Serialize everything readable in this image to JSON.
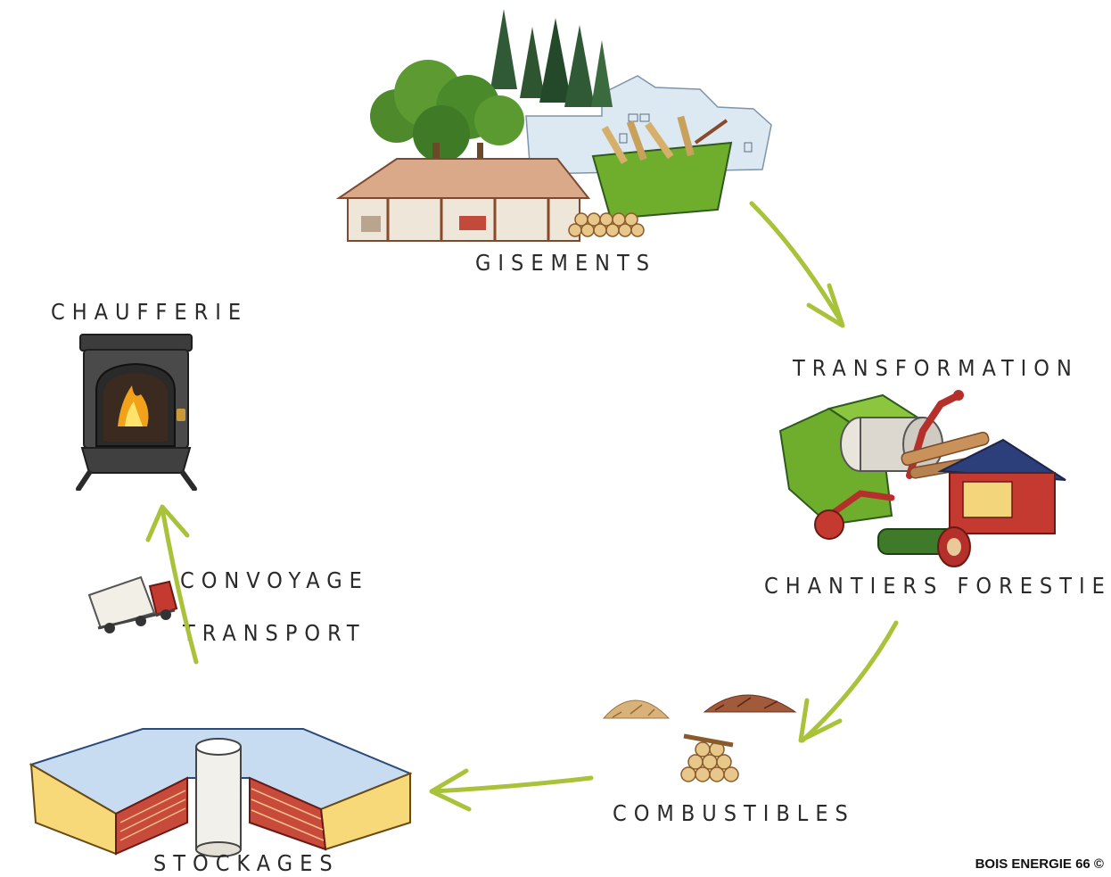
{
  "nodes": {
    "gisements": "GISEMENTS",
    "transformation": "TRANSFORMATION",
    "chantiers": "CHANTIERS FORESTIERS",
    "combustibles": "COMBUSTIBLES",
    "stockages": "STOCKAGES",
    "convoyage": "CONVOYAGE",
    "transport": "TRANSPORT",
    "chaufferie": "CHAUFFERIE"
  },
  "credit": "BOIS ENERGIE 66 ©",
  "colors": {
    "arrow": "#a8c23a",
    "forest_green": "#3f7a2e",
    "machine_green": "#6fae2c",
    "wood_red": "#b5302a",
    "stove_grey": "#4a4a4a",
    "flame": "#f2a21a"
  },
  "icons": [
    "forest-and-buildings-icon",
    "forestry-machinery-icon",
    "wood-fuel-piles-icon",
    "wood-storage-silo-icon",
    "delivery-truck-icon",
    "wood-stove-icon"
  ]
}
